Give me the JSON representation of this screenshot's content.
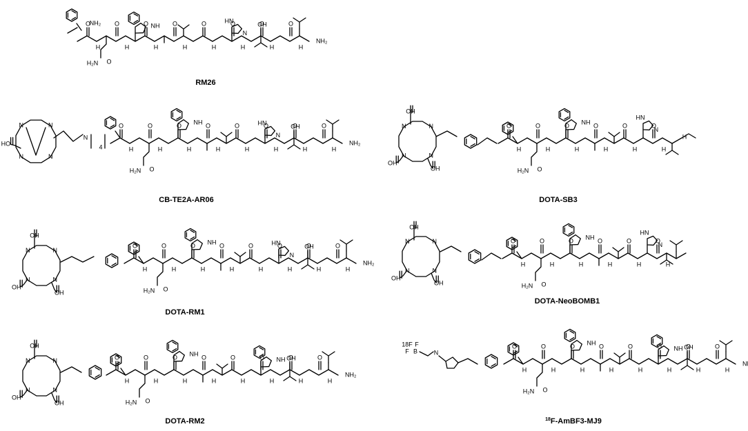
{
  "molecules": [
    {
      "name": "RM26"
    },
    {
      "name": "CB-TE2A-AR06"
    },
    {
      "name": "DOTA-SB3"
    },
    {
      "name": "DOTA-RM1"
    },
    {
      "name": "DOTA-NeoBOMB1"
    },
    {
      "name": "DOTA-RM2"
    },
    {
      "name": "AmBF3-MJ9",
      "isotope": "18",
      "element": "F-"
    }
  ],
  "atom_labels": {
    "nh2": "NH₂",
    "h2n": "H₂N",
    "nh": "NH",
    "hn": "HN",
    "n": "N",
    "h": "H",
    "o": "O",
    "oh": "OH",
    "ho": "HO",
    "sub4": "4",
    "f": "F",
    "b": "B",
    "f18": "18F"
  },
  "colors": {
    "ink": "#000000",
    "background": "#ffffff"
  }
}
